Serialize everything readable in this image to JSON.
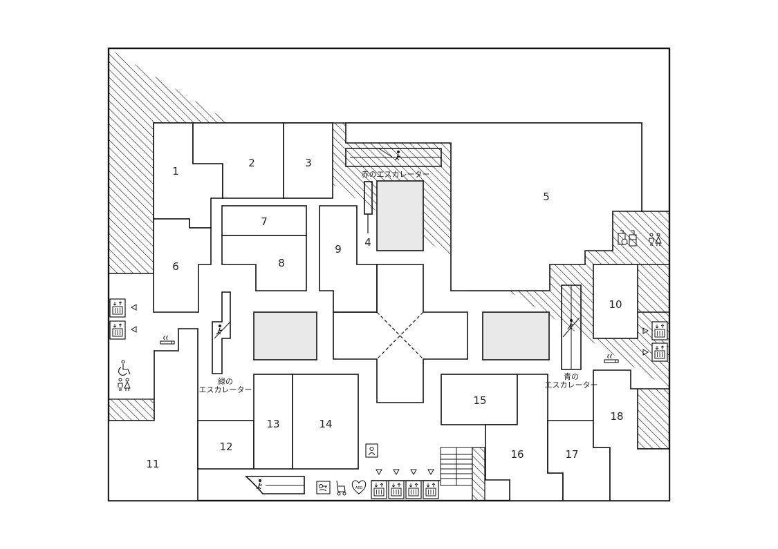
{
  "rooms": [
    {
      "id": "1",
      "label": "1"
    },
    {
      "id": "2",
      "label": "2"
    },
    {
      "id": "3",
      "label": "3"
    },
    {
      "id": "4",
      "label": "4"
    },
    {
      "id": "5",
      "label": "5"
    },
    {
      "id": "6",
      "label": "6"
    },
    {
      "id": "7",
      "label": "7"
    },
    {
      "id": "8",
      "label": "8"
    },
    {
      "id": "9",
      "label": "9"
    },
    {
      "id": "10",
      "label": "10"
    },
    {
      "id": "11",
      "label": "11"
    },
    {
      "id": "12",
      "label": "12"
    },
    {
      "id": "13",
      "label": "13"
    },
    {
      "id": "14",
      "label": "14"
    },
    {
      "id": "15",
      "label": "15"
    },
    {
      "id": "16",
      "label": "16"
    },
    {
      "id": "17",
      "label": "17"
    },
    {
      "id": "18",
      "label": "18"
    }
  ],
  "escalators": {
    "red": "赤のエスカレーター",
    "green_line1": "緑の",
    "green_line2": "エスカレーター",
    "blue_line1": "青の",
    "blue_line2": "エスカレーター"
  },
  "icons": {
    "aed": "AED",
    "elevator": "elevator-icon",
    "restroom": "restroom-icon",
    "smoking": "smoking-area-icon",
    "wheelchair": "wheelchair-icon",
    "nursing": "nursing-room-icon",
    "locker": "coin-locker-icon",
    "stroller": "stroller-icon",
    "info": "information-icon",
    "stairs": "stairs-icon"
  },
  "colors": {
    "wall": "#111111",
    "hatch": "#111111",
    "void": "#e9e9e9",
    "floor": "#ffffff"
  }
}
